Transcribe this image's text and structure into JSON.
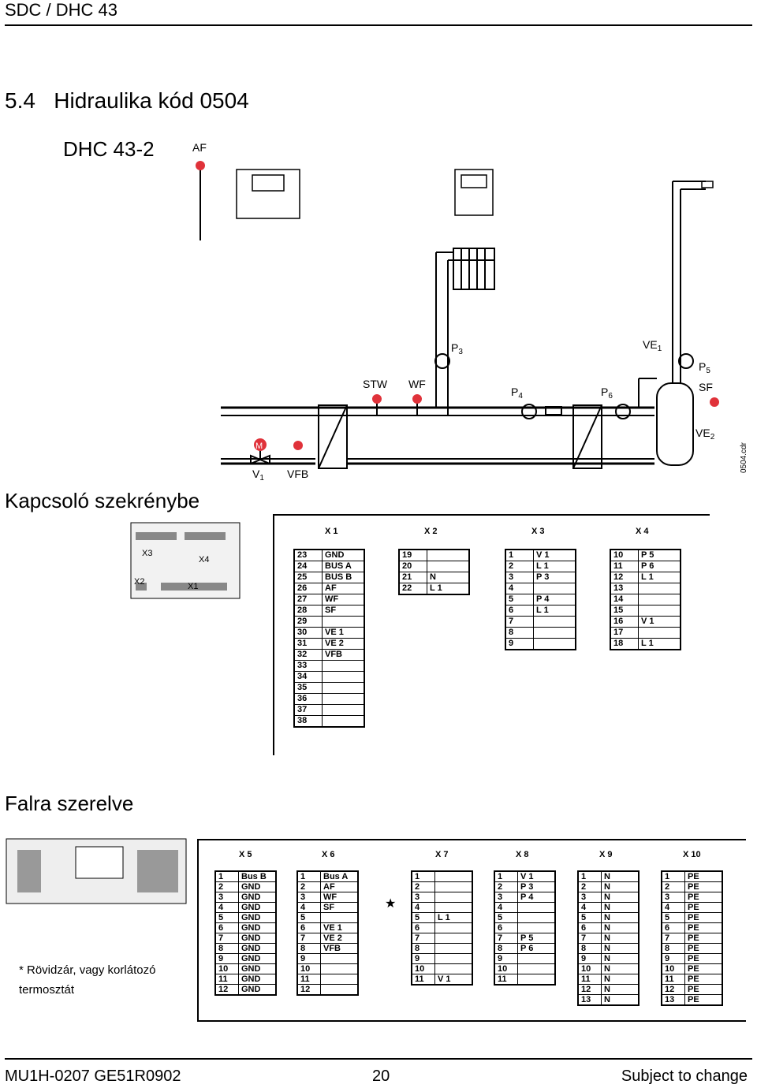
{
  "header": {
    "title": "SDC / DHC 43"
  },
  "section": {
    "number_title": "5.4   Hidraulika kód 0504",
    "model": "DHC 43-2"
  },
  "diagram": {
    "labels": {
      "af": "AF",
      "stw": "STW",
      "wf": "WF",
      "p3": "P",
      "p3_sub": "3",
      "p4": "P",
      "p4_sub": "4",
      "p6": "P",
      "p6_sub": "6",
      "ve1": "VE",
      "ve1_sub": "1",
      "p5": "P",
      "p5_sub": "5",
      "sf": "SF",
      "ve2": "VE",
      "ve2_sub": "2",
      "m": "M",
      "v1": "V",
      "v1_sub": "1",
      "vfb": "VFB",
      "file": "0504.cdr"
    }
  },
  "cabinet": {
    "title": "Kapcsoló szekrénybe",
    "device_labels": {
      "x3": "X3",
      "x4": "X4",
      "x2": "X2",
      "x1": "X1"
    },
    "headers": {
      "x1": "X 1",
      "x2": "X 2",
      "x3": "X 3",
      "x4": "X 4"
    },
    "x1": [
      [
        "23",
        "GND"
      ],
      [
        "24",
        "BUS A"
      ],
      [
        "25",
        "BUS B"
      ],
      [
        "26",
        "AF"
      ],
      [
        "27",
        "WF"
      ],
      [
        "28",
        "SF"
      ],
      [
        "29",
        ""
      ],
      [
        "30",
        "VE 1"
      ],
      [
        "31",
        "VE 2"
      ],
      [
        "32",
        "VFB"
      ],
      [
        "33",
        ""
      ],
      [
        "34",
        ""
      ],
      [
        "35",
        ""
      ],
      [
        "36",
        ""
      ],
      [
        "37",
        ""
      ],
      [
        "38",
        ""
      ]
    ],
    "x2": [
      [
        "19",
        ""
      ],
      [
        "20",
        ""
      ],
      [
        "21",
        "N"
      ],
      [
        "22",
        "L 1"
      ]
    ],
    "x3": [
      [
        "1",
        "V 1"
      ],
      [
        "2",
        "L 1"
      ],
      [
        "3",
        "P 3"
      ],
      [
        "4",
        ""
      ],
      [
        "5",
        "P 4"
      ],
      [
        "6",
        "L 1"
      ],
      [
        "7",
        ""
      ],
      [
        "8",
        ""
      ],
      [
        "9",
        ""
      ]
    ],
    "x4": [
      [
        "10",
        "P 5"
      ],
      [
        "11",
        "P 6"
      ],
      [
        "12",
        "L 1"
      ],
      [
        "13",
        ""
      ],
      [
        "14",
        ""
      ],
      [
        "15",
        ""
      ],
      [
        "16",
        "V 1"
      ],
      [
        "17",
        ""
      ],
      [
        "18",
        "L 1"
      ]
    ]
  },
  "wall": {
    "title": "Falra szerelve",
    "note": "* Rövidzár, vagy korlátozó termosztát",
    "headers": {
      "x5": "X 5",
      "x6": "X 6",
      "x7": "X 7",
      "x8": "X 8",
      "x9": "X 9",
      "x10": "X 10"
    },
    "x5": [
      [
        "1",
        "Bus B"
      ],
      [
        "2",
        "GND"
      ],
      [
        "3",
        "GND"
      ],
      [
        "4",
        "GND"
      ],
      [
        "5",
        "GND"
      ],
      [
        "6",
        "GND"
      ],
      [
        "7",
        "GND"
      ],
      [
        "8",
        "GND"
      ],
      [
        "9",
        "GND"
      ],
      [
        "10",
        "GND"
      ],
      [
        "11",
        "GND"
      ],
      [
        "12",
        "GND"
      ]
    ],
    "x6": [
      [
        "1",
        "Bus A"
      ],
      [
        "2",
        "AF"
      ],
      [
        "3",
        "WF"
      ],
      [
        "4",
        "SF"
      ],
      [
        "5",
        ""
      ],
      [
        "6",
        "VE 1"
      ],
      [
        "7",
        "VE 2"
      ],
      [
        "8",
        "VFB"
      ],
      [
        "9",
        ""
      ],
      [
        "10",
        ""
      ],
      [
        "11",
        ""
      ],
      [
        "12",
        ""
      ]
    ],
    "x7": [
      [
        "1",
        ""
      ],
      [
        "2",
        ""
      ],
      [
        "3",
        ""
      ],
      [
        "4",
        ""
      ],
      [
        "5",
        "L 1"
      ],
      [
        "6",
        ""
      ],
      [
        "7",
        ""
      ],
      [
        "8",
        ""
      ],
      [
        "9",
        ""
      ],
      [
        "10",
        ""
      ],
      [
        "11",
        "V 1"
      ]
    ],
    "x8": [
      [
        "1",
        "V 1"
      ],
      [
        "2",
        "P 3"
      ],
      [
        "3",
        "P 4"
      ],
      [
        "4",
        ""
      ],
      [
        "5",
        ""
      ],
      [
        "6",
        ""
      ],
      [
        "7",
        "P 5"
      ],
      [
        "8",
        "P 6"
      ],
      [
        "9",
        ""
      ],
      [
        "10",
        ""
      ],
      [
        "11",
        ""
      ]
    ],
    "x9": [
      [
        "1",
        "N"
      ],
      [
        "2",
        "N"
      ],
      [
        "3",
        "N"
      ],
      [
        "4",
        "N"
      ],
      [
        "5",
        "N"
      ],
      [
        "6",
        "N"
      ],
      [
        "7",
        "N"
      ],
      [
        "8",
        "N"
      ],
      [
        "9",
        "N"
      ],
      [
        "10",
        "N"
      ],
      [
        "11",
        "N"
      ],
      [
        "12",
        "N"
      ],
      [
        "13",
        "N"
      ]
    ],
    "x10": [
      [
        "1",
        "PE"
      ],
      [
        "2",
        "PE"
      ],
      [
        "3",
        "PE"
      ],
      [
        "4",
        "PE"
      ],
      [
        "5",
        "PE"
      ],
      [
        "6",
        "PE"
      ],
      [
        "7",
        "PE"
      ],
      [
        "8",
        "PE"
      ],
      [
        "9",
        "PE"
      ],
      [
        "10",
        "PE"
      ],
      [
        "11",
        "PE"
      ],
      [
        "12",
        "PE"
      ],
      [
        "13",
        "PE"
      ]
    ]
  },
  "footer": {
    "left": "MU1H-0207 GE51R0902",
    "center": "20",
    "right": "Subject to change"
  }
}
